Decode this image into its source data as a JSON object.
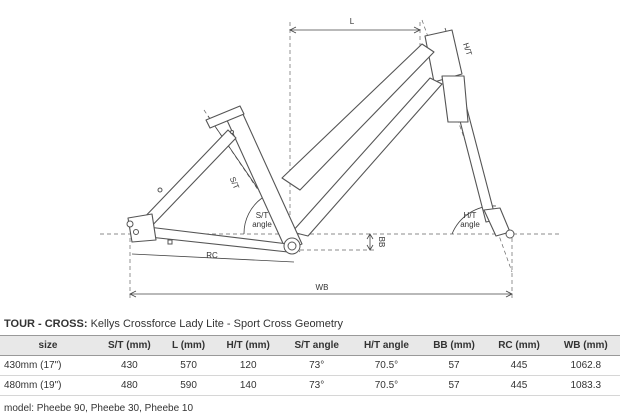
{
  "diagram": {
    "labels": {
      "L": "L",
      "HT": "H/T",
      "ST": "S/T",
      "ST_angle_1": "S/T",
      "ST_angle_2": "angle",
      "HT_angle_1": "H/T",
      "HT_angle_2": "angle",
      "BB": "BB",
      "RC": "RC",
      "WB": "WB"
    }
  },
  "title": {
    "brand": "TOUR - CROSS:",
    "text": " Kellys Crossforce Lady Lite - Sport Cross Geometry"
  },
  "table": {
    "headers": [
      "size",
      "S/T (mm)",
      "L (mm)",
      "H/T (mm)",
      "S/T angle",
      "H/T angle",
      "BB (mm)",
      "RC (mm)",
      "WB (mm)"
    ],
    "rows": [
      [
        "430mm (17\")",
        "430",
        "570",
        "120",
        "73°",
        "70.5°",
        "57",
        "445",
        "1062.8"
      ],
      [
        "480mm (19\")",
        "480",
        "590",
        "140",
        "73°",
        "70.5°",
        "57",
        "445",
        "1083.3"
      ]
    ]
  },
  "footnote": "model: Pheebe 90, Pheebe 30, Pheebe 10"
}
